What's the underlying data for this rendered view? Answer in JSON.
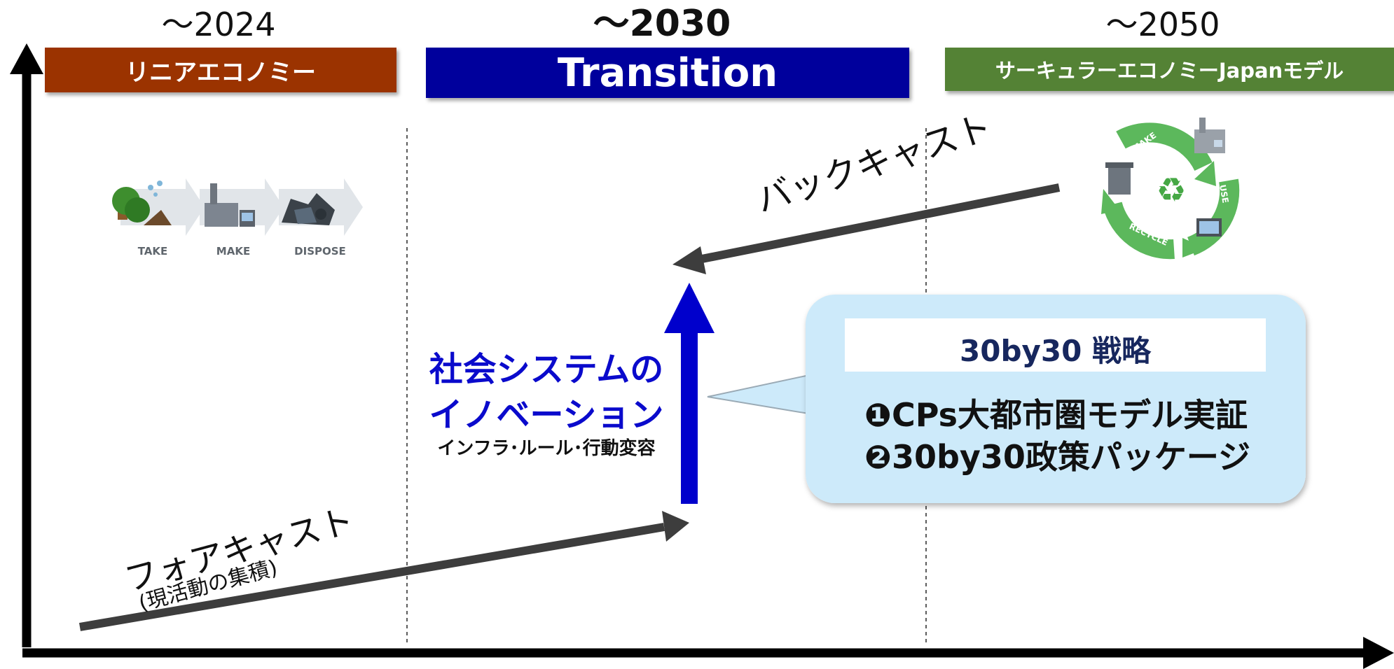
{
  "years": {
    "left": "～2024",
    "center": "～2030",
    "right": "～2050"
  },
  "phases": {
    "left": {
      "label": "リニアエコノミー",
      "color": "#9b3300"
    },
    "center": {
      "label": "Transition",
      "color": "#00009c"
    },
    "right": {
      "label": "サーキュラーエコノミーJapanモデル",
      "color": "#548235"
    }
  },
  "linear_model": {
    "steps": [
      "TAKE",
      "MAKE",
      "DISPOSE"
    ]
  },
  "circular_model": {
    "steps": [
      "MAKE",
      "USE",
      "RECYCLE"
    ],
    "color": "#5cb85c"
  },
  "backcast": {
    "label": "バックキャスト"
  },
  "forecast": {
    "label": "フォアキャスト",
    "sublabel": "(現活動の集積)"
  },
  "innovation": {
    "line1": "社会システムの",
    "line2": "イノベーション",
    "sub": "インフラ･ルール･行動変容",
    "color": "#0a0acc"
  },
  "callout": {
    "title": "30by30 戦略",
    "item1": "❶CPs大都市圏モデル実証",
    "item2": "❷30by30政策パッケージ",
    "bg": "#cdeafa",
    "title_color": "#17275e"
  },
  "colors": {
    "axis": "#000000",
    "arrow_gray": "#3d3d3d",
    "arrow_blue": "#0000cc"
  }
}
